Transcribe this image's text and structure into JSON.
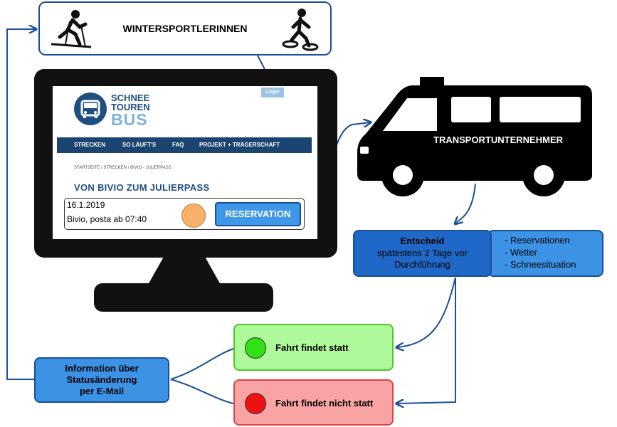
{
  "top_box": {
    "title": "WINTERSPORTLERINNEN",
    "icons": [
      "cross-country-skier-icon",
      "snowshoe-hiker-icon"
    ]
  },
  "website": {
    "logo": {
      "line1": "SCHNEE",
      "line2": "TOUREN",
      "line3": "BUS"
    },
    "login_label": "Login",
    "nav_items": [
      "STRECKEN",
      "SO LÄUFT'S",
      "FAQ",
      "PROJEKT + TRÄGERSCHAFT"
    ],
    "breadcrumb": "STARTSEITE / STRECKEN / BIVIO - JULIERPASS",
    "heading": "VON BIVIO ZUM JULIERPASS",
    "entry": {
      "date": "16.1.2019",
      "place": "Bivio, posta ab 07:40",
      "status_color": "#f8b06a",
      "button_label": "RESERVATION"
    }
  },
  "bus": {
    "label": "TRANSPORTUNTERNEHMER"
  },
  "decision": {
    "title": "Entscheid",
    "subtitle_line1": "spätestens 2 Tage vor",
    "subtitle_line2": "Durchführung",
    "criteria": [
      "- Reservationen",
      "- Wetter",
      "- Schneesituation"
    ]
  },
  "outcomes": [
    {
      "label": "Fahrt findet statt",
      "color": "#33e014"
    },
    {
      "label": "Fahrt findet nicht statt",
      "color": "#ee1111"
    }
  ],
  "info": {
    "lines": [
      "Information über",
      "Statusänderung",
      "per E-Mail"
    ]
  },
  "colors": {
    "primary_blue": "#3c93e6",
    "dark_blue": "#1a4f96",
    "green": "#aef99a",
    "red": "#f9a4a4"
  }
}
